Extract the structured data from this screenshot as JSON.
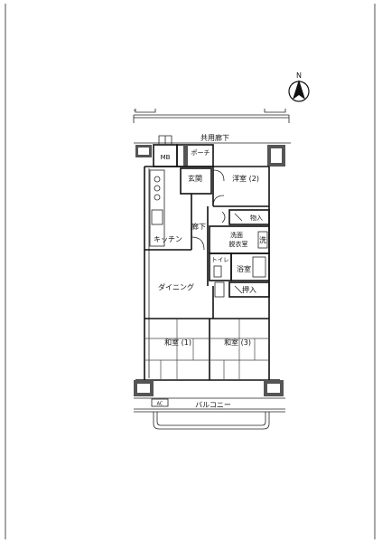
{
  "compass": {
    "letter": "N"
  },
  "labels": {
    "corridor": "共用廊下",
    "mb": "MB",
    "porch": "ポーチ",
    "entrance": "玄関",
    "western_room": "洋室 (2)",
    "storage": "物入",
    "hallway": "廊下",
    "washroom_line1": "洗面",
    "washroom_line2": "脱衣室",
    "washer": "洗",
    "kitchen": "キッチン",
    "toilet": "トイレ",
    "bathroom": "浴室",
    "closet": "押入",
    "dining": "ダイニング",
    "japanese_room_1": "和室 (1)",
    "japanese_room_3": "和室 (3)",
    "ac": "AC",
    "balcony": "バルコニー"
  }
}
